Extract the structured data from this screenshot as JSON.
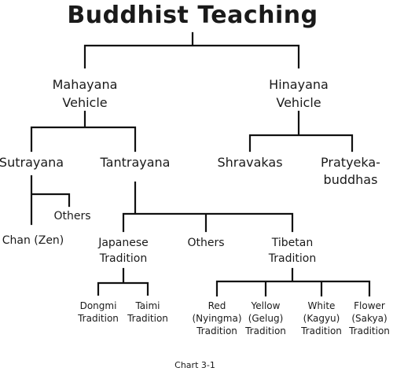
{
  "title": "Buddhist Teaching",
  "caption": "Chart 3-1",
  "nodes": {
    "mahayana": "Mahayana\nVehicle",
    "hinayana": "Hinayana\nVehicle",
    "sutrayana": "Sutrayana",
    "tantrayana": "Tantrayana",
    "shravakas": "Shravakas",
    "pratyeka": "Pratyeka-\nbuddhas",
    "others_sutra": "Others",
    "chan": "Chan (Zen)",
    "japanese": "Japanese\nTradition",
    "others_tantra": "Others",
    "tibetan": "Tibetan\nTradition",
    "dongmi": "Dongmi\nTradition",
    "taimi": "Taimi\nTradition",
    "red": "Red\n(Nyingma)\nTradition",
    "yellow": "Yellow\n(Gelug)\nTradition",
    "white": "White\n(Kagyu)\nTradition",
    "flower": "Flower\n(Sakya)\nTradition"
  }
}
